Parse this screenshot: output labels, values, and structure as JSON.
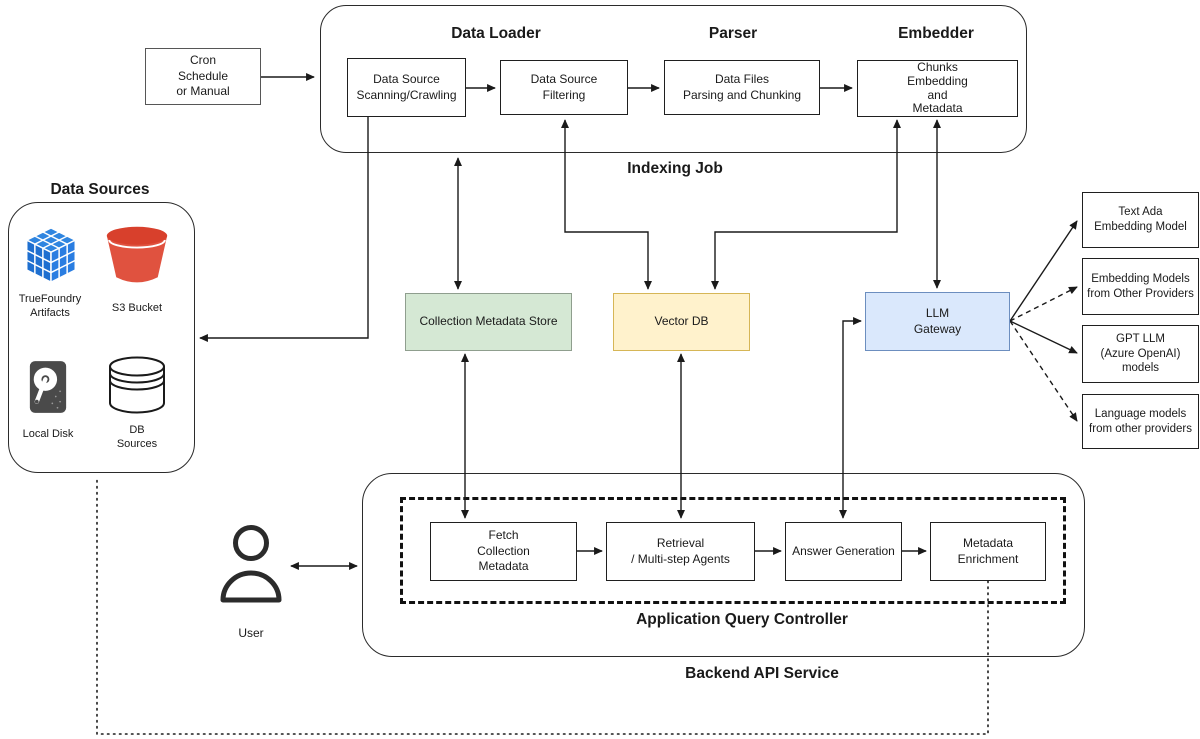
{
  "indexing_job": {
    "label": "Indexing Job",
    "trigger": {
      "label": "Cron\nSchedule\nor Manual"
    },
    "stages": [
      {
        "title": "Data Loader"
      },
      {
        "title": "Parser"
      },
      {
        "title": "Embedder"
      }
    ],
    "steps": [
      {
        "label": "Data Source\nScanning/Crawling"
      },
      {
        "label": "Data Source\nFiltering"
      },
      {
        "label": "Data Files\nParsing and Chunking"
      },
      {
        "label": "Chunks\nEmbedding\nand\nMetadata"
      }
    ]
  },
  "data_sources": {
    "title": "Data Sources",
    "items": [
      {
        "label": "TrueFoundry\nArtifacts",
        "icon": "truefoundry-cube-icon"
      },
      {
        "label": "S3 Bucket",
        "icon": "s3-bucket-icon"
      },
      {
        "label": "Local Disk",
        "icon": "hard-disk-icon"
      },
      {
        "label": "DB\nSources",
        "icon": "database-icon"
      }
    ]
  },
  "stores": {
    "collection_metadata_store": {
      "label": "Collection Metadata Store",
      "fill": "#d5e8d4",
      "border": "#8f9e8e"
    },
    "vector_db": {
      "label": "Vector DB",
      "fill": "#fff2cc",
      "border": "#d6b656"
    },
    "llm_gateway": {
      "label": "LLM\nGateway",
      "fill": "#dae8fc",
      "border": "#6c8ebf"
    }
  },
  "model_providers": [
    {
      "label": "Text Ada\nEmbedding Model",
      "link_style": "solid"
    },
    {
      "label": "Embedding Models\nfrom Other Providers",
      "link_style": "dashed"
    },
    {
      "label": "GPT LLM\n(Azure OpenAI)\nmodels",
      "link_style": "solid"
    },
    {
      "label": "Language models\nfrom other providers",
      "link_style": "dashed"
    }
  ],
  "backend": {
    "label": "Backend API Service",
    "controller_label": "Application Query Controller",
    "steps": [
      {
        "label": "Fetch\nCollection\nMetadata"
      },
      {
        "label": "Retrieval\n/ Multi-step Agents"
      },
      {
        "label": "Answer Generation"
      },
      {
        "label": "Metadata\nEnrichment"
      }
    ]
  },
  "user": {
    "label": "User"
  },
  "colors": {
    "line": "#1a1a1a",
    "truefoundry_blue": "#2479db",
    "s3_red": "#e0523f",
    "disk_gray": "#4a4a4a"
  }
}
